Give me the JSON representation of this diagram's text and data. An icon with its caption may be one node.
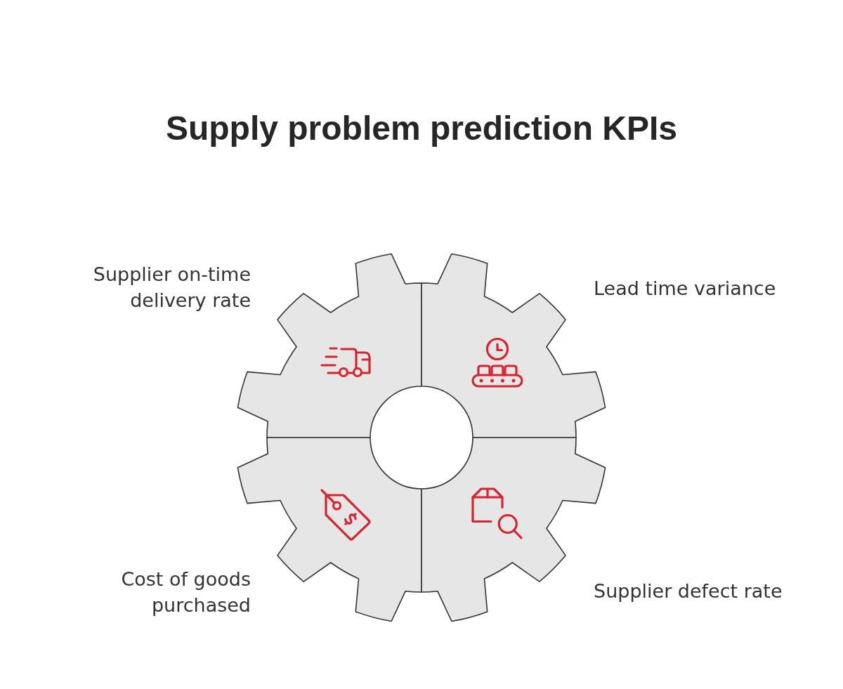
{
  "diagram": {
    "title": "Supply problem prediction KPIs",
    "nodes": [
      {
        "text": [
          "Supplier on-time delivery rate"
        ]
      },
      {
        "text": [
          "Lead time variance"
        ]
      },
      {
        "text": [
          "Cost of goods purchased"
        ]
      },
      {
        "text": [
          "Supplier defect rate"
        ]
      }
    ]
  }
}
